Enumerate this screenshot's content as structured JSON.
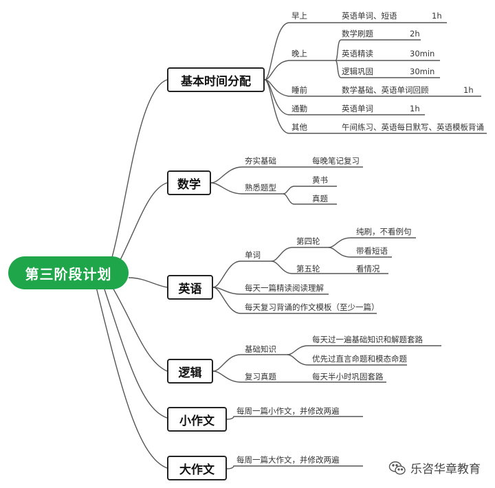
{
  "root": "第三阶段计划",
  "branches": {
    "time": {
      "label": "基本时间分配",
      "morning": {
        "label": "早上",
        "item": "英语单词、短语",
        "dur": "1h"
      },
      "evening": {
        "label": "晚上",
        "items": [
          {
            "text": "数学刷题",
            "dur": "2h"
          },
          {
            "text": "英语精读",
            "dur": "30min"
          },
          {
            "text": "逻辑巩固",
            "dur": "30min"
          }
        ]
      },
      "bedtime": {
        "label": "睡前",
        "item": "数学基础、英语单词回顾",
        "dur": "1h"
      },
      "commute": {
        "label": "通勤",
        "item": "英语单词",
        "dur": "1h"
      },
      "other": {
        "label": "其他",
        "item": "午间练习、英语每日默写、英语模板背诵"
      }
    },
    "math": {
      "label": "数学",
      "foundation": {
        "label": "夯实基础",
        "item": "每晚笔记复习"
      },
      "familiar": {
        "label": "熟悉题型",
        "items": [
          "黄书",
          "真题"
        ]
      }
    },
    "english": {
      "label": "英语",
      "words": {
        "label": "单词",
        "round4": {
          "label": "第四轮",
          "items": [
            "纯刷，不看例句",
            "带看短语"
          ]
        },
        "round5": {
          "label": "第五轮",
          "item": "看情况"
        }
      },
      "reading": "每天一篇精读阅读理解",
      "template": "每天复习背诵的作文模板（至少一篇）"
    },
    "logic": {
      "label": "逻辑",
      "basics": {
        "label": "基础知识",
        "items": [
          "每天过一遍基础知识和解题套路",
          "优先过直言命题和模态命题"
        ]
      },
      "review": {
        "label": "复习真题",
        "item": "每天半小时巩固套路"
      }
    },
    "small_essay": {
      "label": "小作文",
      "item": "每周一篇小作文，并修改两遍"
    },
    "big_essay": {
      "label": "大作文",
      "item": "每周一篇大作文，并修改两遍"
    }
  },
  "watermark": {
    "text": "乐咨华章教育",
    "icon": "wechat-icon"
  },
  "colors": {
    "root": "#1fa64a",
    "line": "#555555"
  }
}
